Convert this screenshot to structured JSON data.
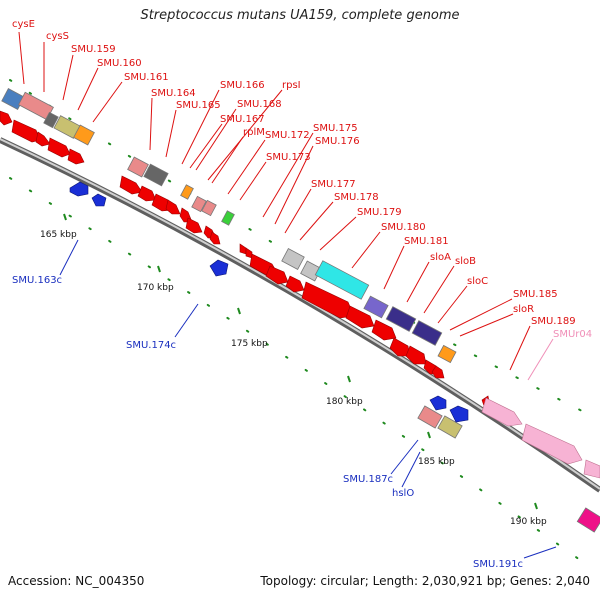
{
  "title": "Streptococcus mutans UA159, complete genome",
  "footer": {
    "accession": "Accession: NC_004350",
    "topology": "Topology: circular; Length: 2,030,921 bp; Genes: 2,040"
  },
  "colors": {
    "forward_cds": "#ee0000",
    "reverse_cds": "#1a2fd6",
    "forward_label": "#dd1111",
    "reverse_label": "#1a2fbf",
    "rna_label": "#f08fb8",
    "tick": "#1f8a1f",
    "backbone": "#8c8c8c"
  },
  "forward_labels": [
    "cysE",
    "cysS",
    "SMU.159",
    "SMU.160",
    "SMU.161",
    "SMU.164",
    "SMU.165",
    "SMU.166",
    "SMU.168",
    "SMU.167",
    "rpsI",
    "rplM",
    "SMU.172",
    "SMU.175",
    "SMU.176",
    "SMU.173",
    "SMU.177",
    "SMU.178",
    "SMU.179",
    "SMU.180",
    "SMU.181",
    "sloA",
    "sloB",
    "sloC",
    "SMU.185",
    "sloR",
    "SMU.189"
  ],
  "rna_labels": [
    "SMUr04"
  ],
  "reverse_labels": [
    "SMU.163c",
    "SMU.174c",
    "SMU.187c",
    "hslO",
    "SMU.191c"
  ],
  "ruler_labels": [
    "165 kbp",
    "170 kbp",
    "175 kbp",
    "180 kbp",
    "185 kbp",
    "190 kbp"
  ]
}
